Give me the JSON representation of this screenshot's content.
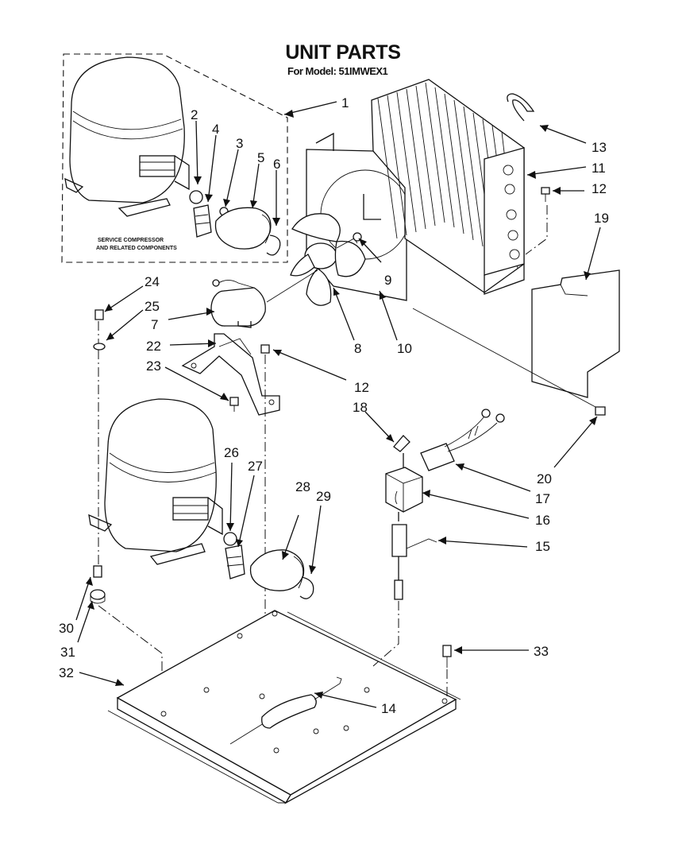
{
  "title": "UNIT PARTS",
  "subtitle": "For Model: 51IMWEX1",
  "note_lines": [
    "SERVICE COMPRESSOR",
    "AND RELATED COMPONENTS"
  ],
  "callouts": [
    "1",
    "2",
    "4",
    "3",
    "5",
    "6",
    "9",
    "8",
    "10",
    "7",
    "24",
    "25",
    "22",
    "23",
    "12",
    "13",
    "11",
    "12",
    "19",
    "18",
    "20",
    "17",
    "16",
    "15",
    "26",
    "27",
    "28",
    "29",
    "30",
    "31",
    "32",
    "14",
    "33"
  ]
}
